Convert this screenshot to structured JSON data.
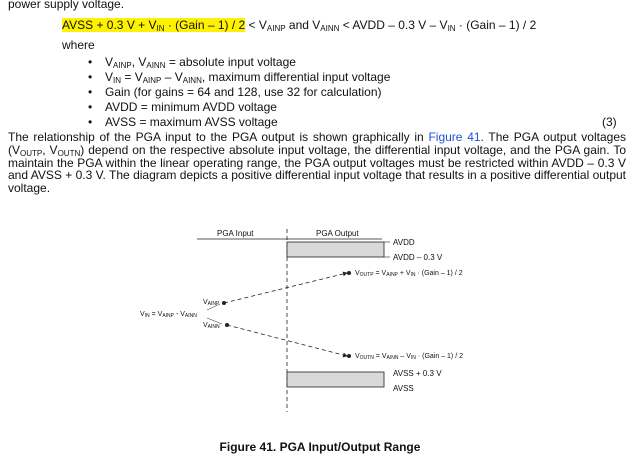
{
  "top_line": "power supply voltage.",
  "equation": {
    "hl_a": "AVSS + 0.3 V + V",
    "hl_sub1": "IN",
    "hl_b": " · (Gain – 1) / 2",
    "p1": " < V",
    "sub2": "AINP",
    "p2": " and V",
    "sub3": "AINN",
    "p3": " < AVDD – 0.3 V – V",
    "sub4": "IN",
    "p4": " · (Gain – 1) / 2"
  },
  "where": "where",
  "bullets": [
    {
      "a": "V",
      "s1": "AINP",
      "b": ", V",
      "s2": "AINN",
      "c": " = absolute input voltage"
    },
    {
      "a": "V",
      "s1": "IN",
      "b": " = V",
      "s2": "AINP",
      "c": " – V",
      "s3": "AINN",
      "d": ", maximum differential input voltage"
    },
    {
      "a": "Gain (for gains = 64 and 128, use 32 for calculation)"
    },
    {
      "a": "AVDD = minimum AVDD voltage"
    },
    {
      "a": "AVSS = maximum AVSS voltage"
    }
  ],
  "bullet_glyph": "•",
  "eq_number": "(3)",
  "paragraph": {
    "a": "The relationship of the PGA input to the PGA output is shown graphically in ",
    "link": "Figure 41",
    "b": ". The PGA output voltages (V",
    "s1": "OUTP",
    "c": ", V",
    "s2": "OUTN",
    "d": ") depend on the respective absolute input voltage, the differential input voltage, and the PGA gain. To maintain the PGA within the linear operating range, the PGA output voltages must be restricted within AVDD – 0.3 V and AVSS + 0.3 V. The diagram depicts a positive differential input voltage that results in a positive differential output voltage."
  },
  "diagram": {
    "pga_input": "PGA Input",
    "pga_output": "PGA Output",
    "avdd": "AVDD",
    "avdd_m": "AVDD – 0.3 V",
    "voutp": {
      "a": "V",
      "s1": "OUTP",
      "b": " = V",
      "s2": "AINP",
      "c": " + V",
      "s3": "IN",
      "d": " · (Gain – 1) / 2"
    },
    "vainp": {
      "a": "V",
      "s1": "AINP"
    },
    "vin": {
      "a": "V",
      "s1": "IN",
      "b": " = V",
      "s2": "AINP",
      "c": " - V",
      "s3": "AINN"
    },
    "vainn": {
      "a": "V",
      "s1": "AINN"
    },
    "voutn": {
      "a": "V",
      "s1": "OUTN",
      "b": " = V",
      "s2": "AINN",
      "c": " – V",
      "s3": "IN",
      "d": " · (Gain – 1) / 2"
    },
    "avss_p": "AVSS + 0.3 V",
    "avss": "AVSS",
    "colors": {
      "bar_fill": "#d9d9d9",
      "line": "#222222",
      "link": "#1f4fd6",
      "highlight": "#fff200"
    }
  },
  "caption": "Figure 41.  PGA Input/Output Range"
}
